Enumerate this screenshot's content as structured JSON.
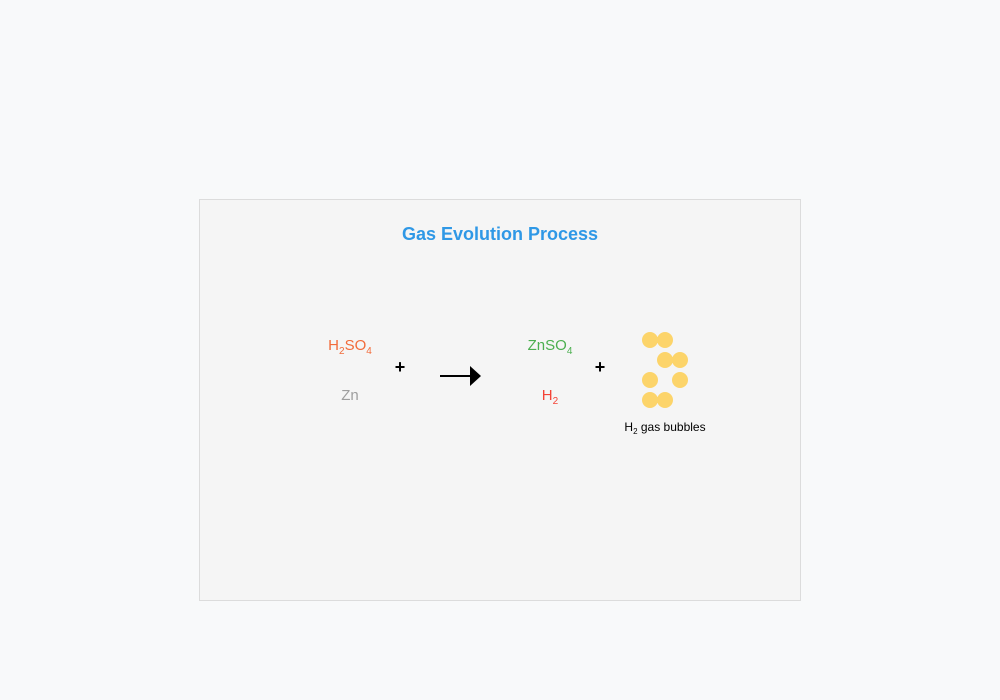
{
  "title": "Gas Evolution Process",
  "colors": {
    "title": "#2f98e6",
    "acid": "#f26b3a",
    "metal": "#9e9e9e",
    "salt": "#4caf50",
    "hydrogen": "#f44336",
    "bubble": "#fcd46a"
  },
  "reactants": [
    {
      "base": "H",
      "sub1": "2",
      "mid": "SO",
      "sub2": "4"
    },
    {
      "base": "Zn",
      "sub1": "",
      "mid": "",
      "sub2": ""
    }
  ],
  "products": [
    {
      "base": "ZnSO",
      "sub1": "4",
      "mid": "",
      "sub2": ""
    },
    {
      "base": "H",
      "sub1": "2",
      "mid": "",
      "sub2": ""
    }
  ],
  "operators": {
    "plus": "+"
  },
  "bubble_caption": {
    "base": "H",
    "sub": "2",
    "rest": " gas bubbles"
  }
}
